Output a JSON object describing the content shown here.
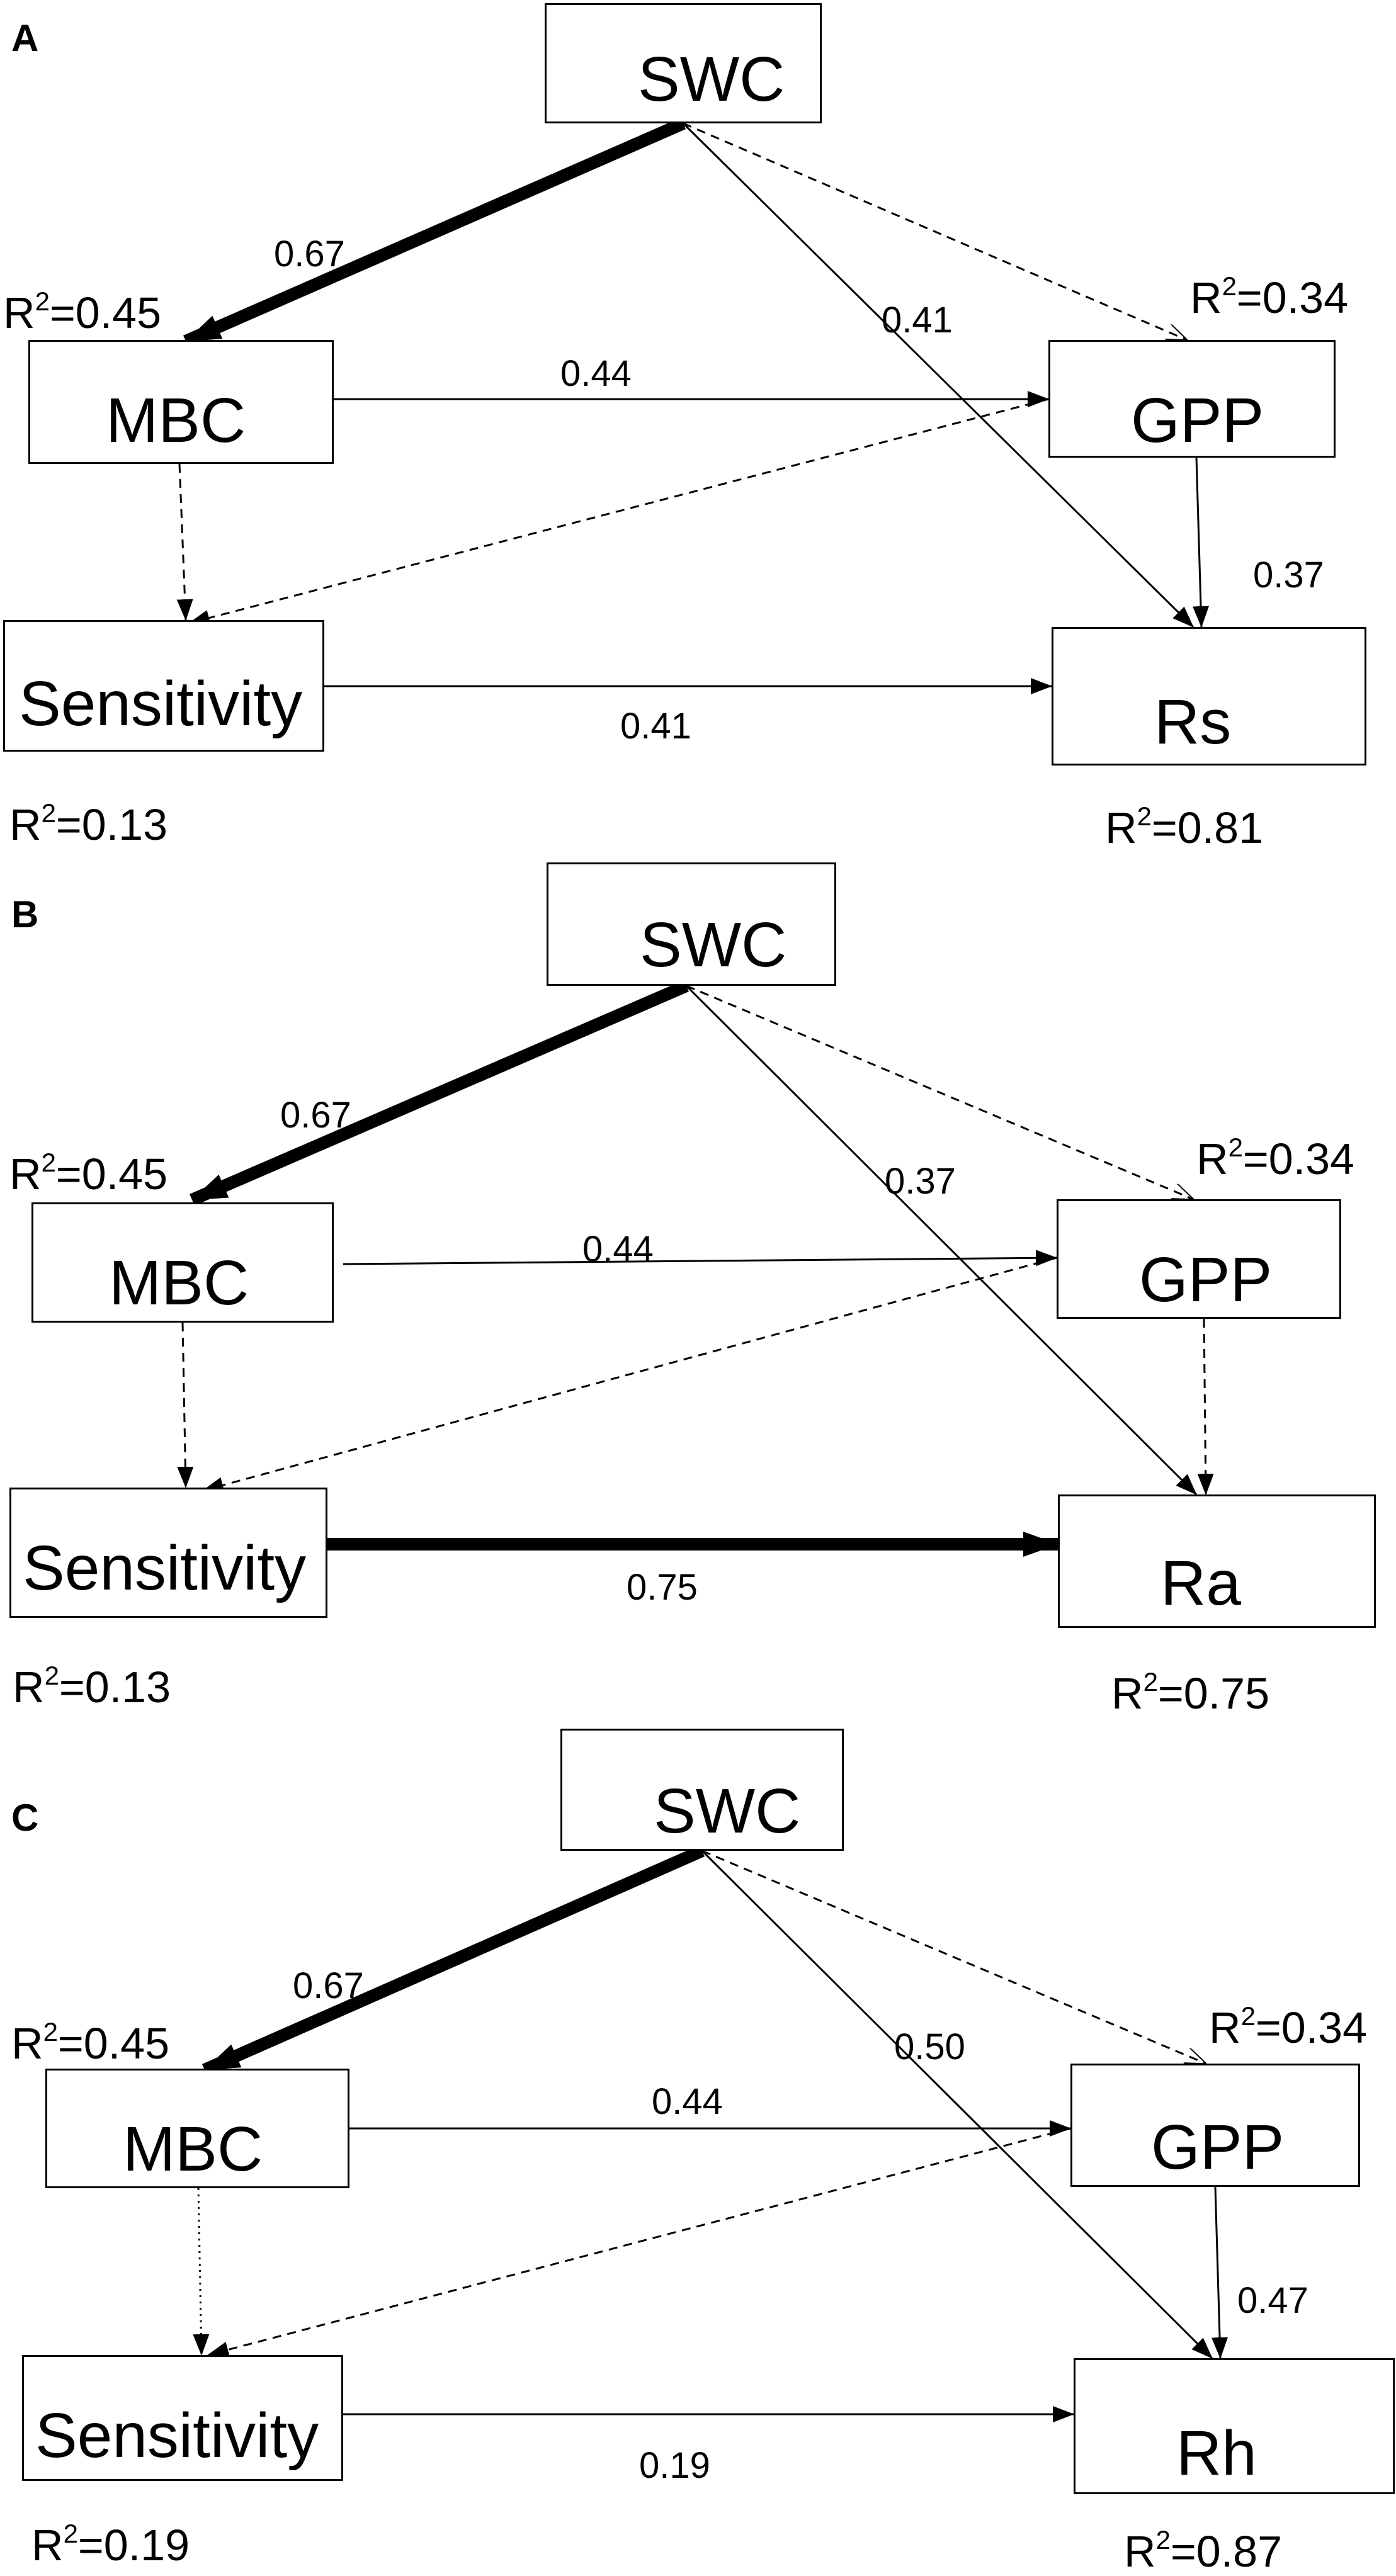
{
  "colors": {
    "line": "#000000",
    "background": "#ffffff"
  },
  "panels": [
    {
      "letter": "A",
      "nodes": {
        "swc": "SWC",
        "mbc": "MBC",
        "gpp": "GPP",
        "sensitivity": "Sensitivity",
        "response": "Rs"
      },
      "paths": {
        "swc_mbc": "0.67",
        "swc_response": "0.41",
        "mbc_gpp": "0.44",
        "gpp_response": "0.37",
        "sensitivity_response": "0.41"
      },
      "path_styles": {
        "gpp_response": "solid",
        "sensitivity_response_width": "thin",
        "mbc_sensitivity": "dashed"
      },
      "r2": {
        "mbc": "=0.45",
        "gpp": "=0.34",
        "sensitivity": "=0.13",
        "response": "=0.81"
      }
    },
    {
      "letter": "B",
      "nodes": {
        "swc": "SWC",
        "mbc": "MBC",
        "gpp": "GPP",
        "sensitivity": "Sensitivity",
        "response": "Ra"
      },
      "paths": {
        "swc_mbc": "0.67",
        "swc_response": "0.37",
        "mbc_gpp": "0.44",
        "gpp_response": "",
        "sensitivity_response": "0.75"
      },
      "path_styles": {
        "gpp_response": "dashed",
        "sensitivity_response_width": "thick",
        "mbc_sensitivity": "dashed"
      },
      "r2": {
        "mbc": "=0.45",
        "gpp": "=0.34",
        "sensitivity": "=0.13",
        "response": "=0.75"
      }
    },
    {
      "letter": "C",
      "nodes": {
        "swc": "SWC",
        "mbc": "MBC",
        "gpp": "GPP",
        "sensitivity": "Sensitivity",
        "response": "Rh"
      },
      "paths": {
        "swc_mbc": "0.67",
        "swc_response": "0.50",
        "mbc_gpp": "0.44",
        "gpp_response": "0.47",
        "sensitivity_response": "0.19"
      },
      "path_styles": {
        "gpp_response": "solid",
        "sensitivity_response_width": "thin",
        "mbc_sensitivity": "dotted"
      },
      "r2": {
        "mbc": "=0.45",
        "gpp": "=0.34",
        "sensitivity": "=0.19",
        "response": "=0.87"
      }
    }
  ]
}
